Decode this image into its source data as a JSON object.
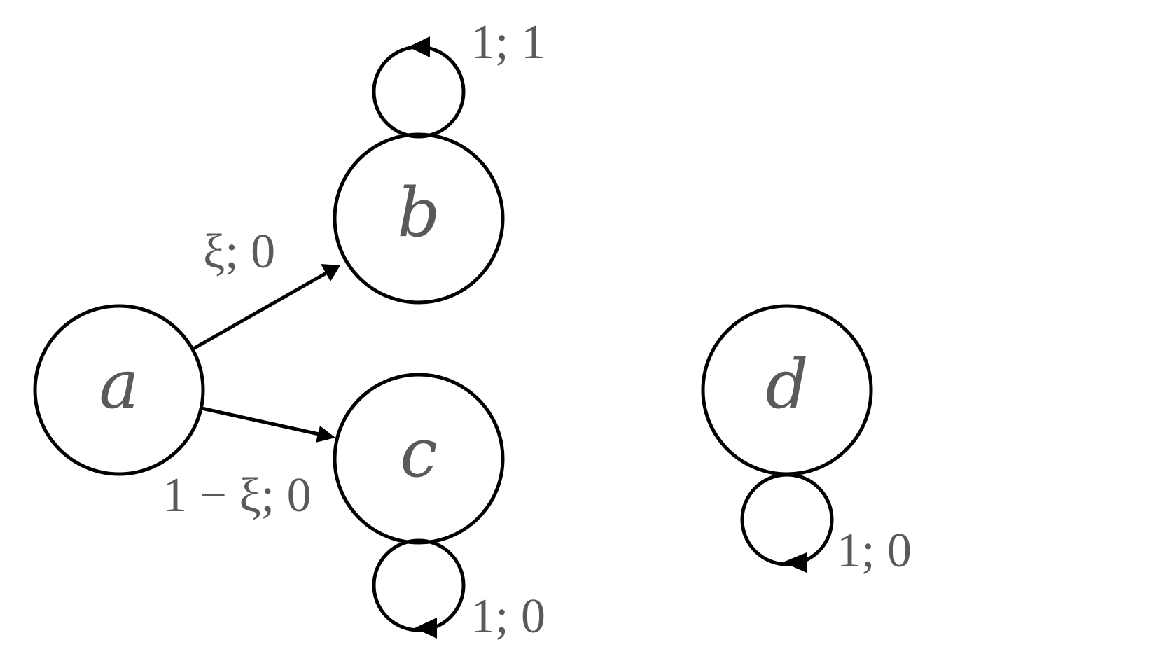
{
  "diagram": {
    "nodes": [
      {
        "id": "a",
        "label": "a"
      },
      {
        "id": "b",
        "label": "b"
      },
      {
        "id": "c",
        "label": "c"
      },
      {
        "id": "d",
        "label": "d"
      }
    ],
    "edges": [
      {
        "id": "a-b",
        "from": "a",
        "to": "b",
        "label": "ξ; 0"
      },
      {
        "id": "a-c",
        "from": "a",
        "to": "c",
        "label": "1 − ξ; 0"
      },
      {
        "id": "b-b",
        "from": "b",
        "to": "b",
        "label": "1; 1"
      },
      {
        "id": "c-c",
        "from": "c",
        "to": "c",
        "label": "1; 0"
      },
      {
        "id": "d-d",
        "from": "d",
        "to": "d",
        "label": "1; 0"
      }
    ]
  },
  "colors": {
    "stroke": "#000000",
    "label_text": "#5a5a5a",
    "background": "#ffffff"
  }
}
